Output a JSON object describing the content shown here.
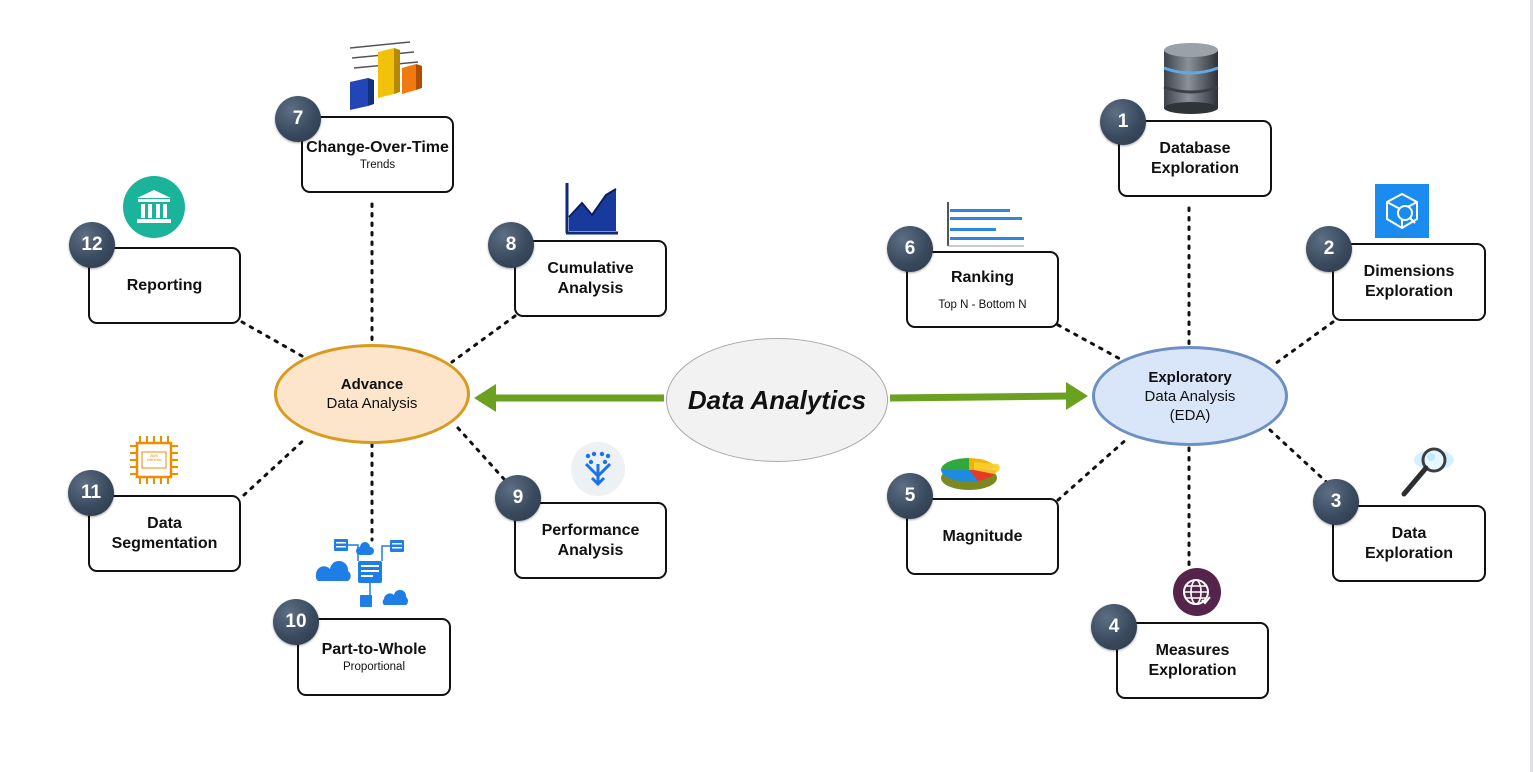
{
  "center": {
    "title": "Data Analytics"
  },
  "left_hub": {
    "title": "Advance",
    "subtitle": "Data Analysis"
  },
  "right_hub": {
    "title": "Exploratory",
    "subtitle": "Data Analysis",
    "extra": "(EDA)"
  },
  "nodes": [
    {
      "number": "1",
      "title_lines": [
        "Database",
        "Exploration"
      ],
      "subtitle": ""
    },
    {
      "number": "2",
      "title_lines": [
        "Dimensions",
        "Exploration"
      ],
      "subtitle": ""
    },
    {
      "number": "3",
      "title_lines": [
        "Data",
        "Exploration"
      ],
      "subtitle": ""
    },
    {
      "number": "4",
      "title_lines": [
        "Measures",
        "Exploration"
      ],
      "subtitle": ""
    },
    {
      "number": "5",
      "title_lines": [
        "Magnitude"
      ],
      "subtitle": ""
    },
    {
      "number": "6",
      "title_lines": [
        "Ranking"
      ],
      "subtitle": "Top N - Bottom N"
    },
    {
      "number": "7",
      "title_lines": [
        "Change-Over-Time"
      ],
      "subtitle": "Trends"
    },
    {
      "number": "8",
      "title_lines": [
        "Cumulative",
        "Analysis"
      ],
      "subtitle": ""
    },
    {
      "number": "9",
      "title_lines": [
        "Performance",
        "Analysis"
      ],
      "subtitle": ""
    },
    {
      "number": "10",
      "title_lines": [
        "Part-to-Whole"
      ],
      "subtitle": "Proportional"
    },
    {
      "number": "11",
      "title_lines": [
        "Data",
        "Segmentation"
      ],
      "subtitle": ""
    },
    {
      "number": "12",
      "title_lines": [
        "Reporting"
      ],
      "subtitle": ""
    }
  ],
  "icon_text": {
    "chip_label": "AWS Inferentia"
  },
  "colors": {
    "arrow": "#6aa121",
    "left_hub_fill": "#fde5cc",
    "left_hub_border": "#d99a1e",
    "right_hub_fill": "#d9e6fa",
    "right_hub_border": "#6d8fc4",
    "badge": "#3a4a5e"
  },
  "icons": {
    "1": "database-icon",
    "2": "dimension-cube-icon",
    "3": "magnifier-icon",
    "4": "globe-icon",
    "5": "pie-3d-icon",
    "6": "ranking-bars-icon",
    "7": "bar-chart-3d-icon",
    "8": "area-chart-icon",
    "9": "performance-funnel-icon",
    "10": "cloud-network-icon",
    "11": "processor-chip-icon",
    "12": "institution-icon"
  }
}
